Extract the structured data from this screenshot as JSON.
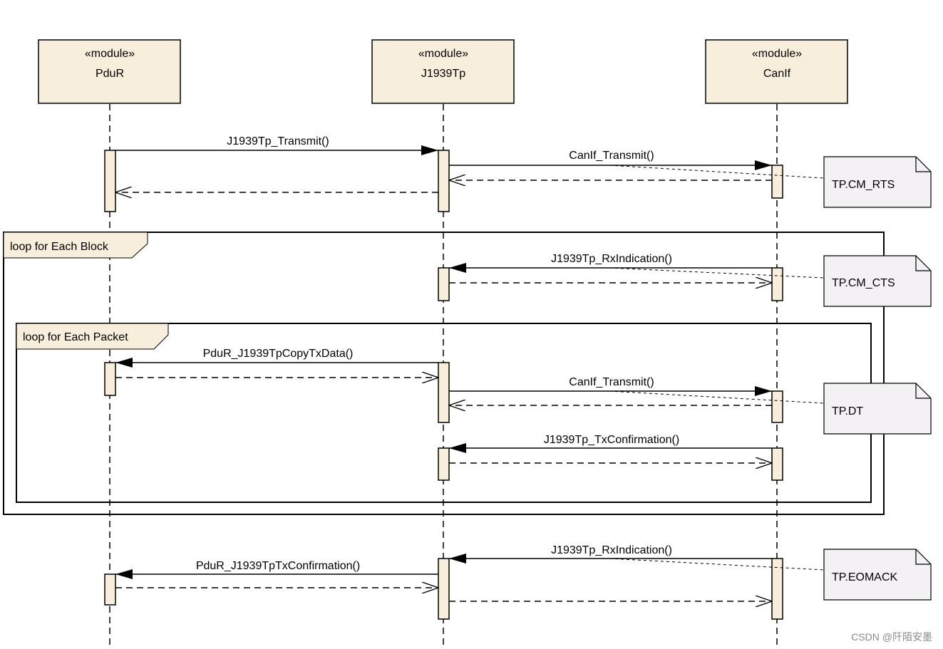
{
  "colors": {
    "box_fill": "#f8eedc",
    "note_fill": "#f3f1f4",
    "line": "#000000"
  },
  "lifelines": [
    {
      "stereotype": "«module»",
      "name": "PduR"
    },
    {
      "stereotype": "«module»",
      "name": "J1939Tp"
    },
    {
      "stereotype": "«module»",
      "name": "CanIf"
    }
  ],
  "frames": {
    "outer": "loop for Each Block",
    "inner": "loop for Each Packet"
  },
  "messages": {
    "m1": "J1939Tp_Transmit()",
    "m2": "CanIf_Transmit()",
    "m3": "J1939Tp_RxIndication()",
    "m4": "PduR_J1939TpCopyTxData()",
    "m5": "CanIf_Transmit()",
    "m6": "J1939Tp_TxConfirmation()",
    "m7": "J1939Tp_RxIndication()",
    "m8": "PduR_J1939TpTxConfirmation()"
  },
  "notes": {
    "n1": "TP.CM_RTS",
    "n2": "TP.CM_CTS",
    "n3": "TP.DT",
    "n4": "TP.EOMACK"
  },
  "watermark": "CSDN @阡陌安墨"
}
